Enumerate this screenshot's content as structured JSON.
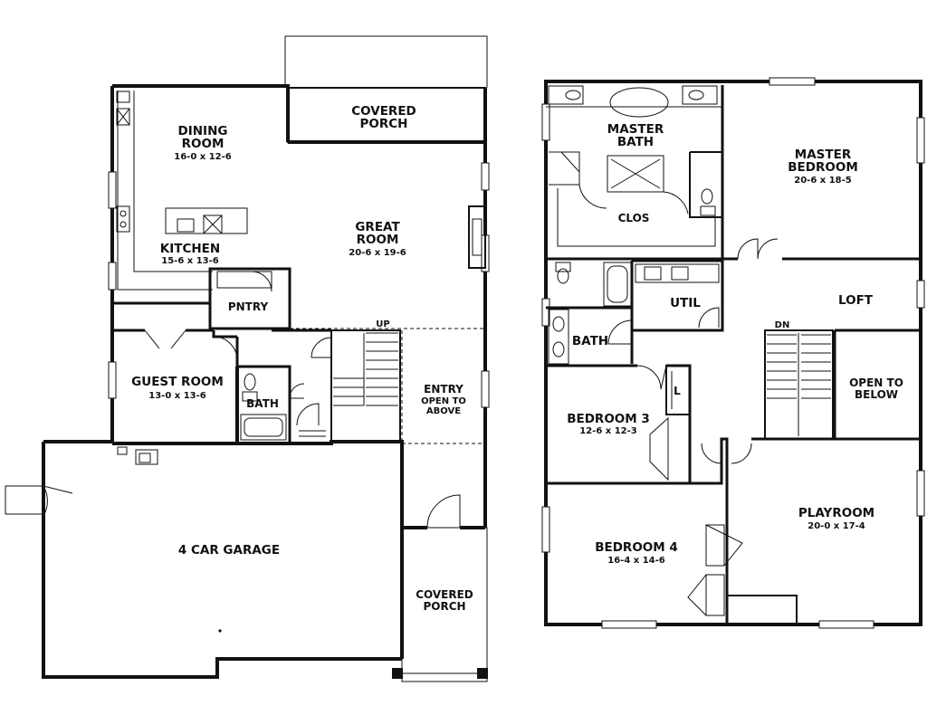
{
  "first_floor": {
    "covered_porch_rear": "COVERED\nPORCH",
    "dining_room": {
      "name": "DINING\nROOM",
      "dims": "16-0 x 12-6"
    },
    "great_room": {
      "name": "GREAT\nROOM",
      "dims": "20-6 x 19-6"
    },
    "kitchen": {
      "name": "KITCHEN",
      "dims": "15-6 x 13-6"
    },
    "pantry": "PNTRY",
    "up_label": "UP",
    "guest_room": {
      "name": "GUEST ROOM",
      "dims": "13-0 x 13-6"
    },
    "bath": "BATH",
    "entry": "ENTRY\nOPEN TO\nABOVE",
    "garage": "4 CAR GARAGE",
    "covered_porch_front": "COVERED\nPORCH"
  },
  "second_floor": {
    "master_bath": "MASTER\nBATH",
    "master_bedroom": {
      "name": "MASTER\nBEDROOM",
      "dims": "20-6 x 18-5"
    },
    "closet": "CLOS",
    "util": "UTIL",
    "loft": "LOFT",
    "dn_label": "DN",
    "bath": "BATH",
    "linen": "L",
    "open_to_below": "OPEN TO\nBELOW",
    "bedroom3": {
      "name": "BEDROOM 3",
      "dims": "12-6 x 12-3"
    },
    "bedroom4": {
      "name": "BEDROOM 4",
      "dims": "16-4 x 14-6"
    },
    "playroom": {
      "name": "PLAYROOM",
      "dims": "20-0 x 17-4"
    }
  }
}
